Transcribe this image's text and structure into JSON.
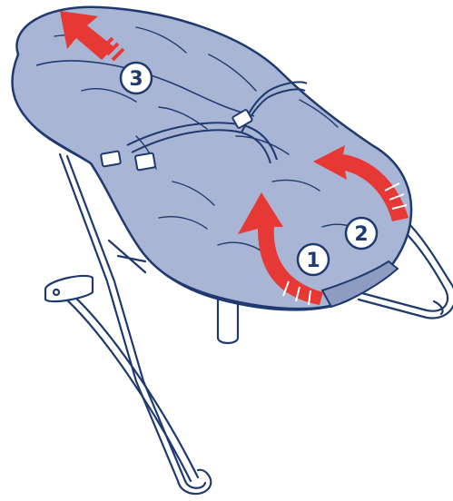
{
  "colors": {
    "fabric": "#a9b5d4",
    "outline": "#1f3a6f",
    "frame": "#ffffff",
    "arrow": "#e63936",
    "badge_fill": "#ffffff",
    "badge_text": "#1f3a6f"
  },
  "steps": [
    {
      "label": "1",
      "icon": "curved-arrow-up-icon"
    },
    {
      "label": "2",
      "icon": "curved-arrow-left-icon"
    },
    {
      "label": "3",
      "icon": "arrow-up-left-icon"
    }
  ]
}
